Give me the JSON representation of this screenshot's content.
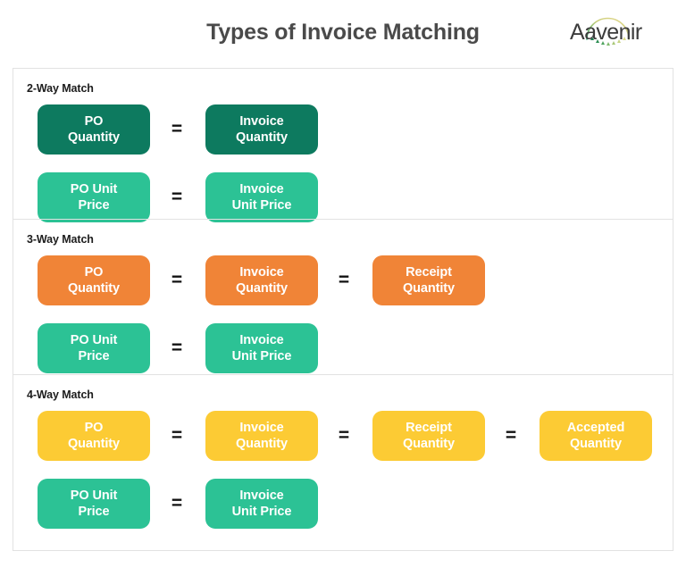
{
  "header": {
    "title": "Types of Invoice Matching",
    "logo_text": "Aavenir",
    "logo_mark": "arc-dots-logo"
  },
  "colors": {
    "dark_green": "#0D7A5F",
    "mint_green": "#2CC295",
    "orange": "#F08437",
    "yellow": "#FCCB34",
    "title_text": "#4A4A4A",
    "label_text": "#1C1C1C",
    "card_border": "#E2E2E2",
    "background": "#FFFFFF"
  },
  "equals_symbol": "=",
  "sections": [
    {
      "label": "2-Way Match",
      "rows": [
        {
          "color": "#0D7A5F",
          "chips": [
            {
              "line1": "PO",
              "line2": "Quantity"
            },
            {
              "line1": "Invoice",
              "line2": "Quantity"
            }
          ]
        },
        {
          "color": "#2CC295",
          "chips": [
            {
              "line1": "PO Unit",
              "line2": "Price"
            },
            {
              "line1": "Invoice",
              "line2": "Unit Price"
            }
          ]
        }
      ]
    },
    {
      "label": "3-Way Match",
      "rows": [
        {
          "color": "#F08437",
          "chips": [
            {
              "line1": "PO",
              "line2": "Quantity"
            },
            {
              "line1": "Invoice",
              "line2": "Quantity"
            },
            {
              "line1": "Receipt",
              "line2": "Quantity"
            }
          ]
        },
        {
          "color": "#2CC295",
          "chips": [
            {
              "line1": "PO Unit",
              "line2": "Price"
            },
            {
              "line1": "Invoice",
              "line2": "Unit Price"
            }
          ]
        }
      ]
    },
    {
      "label": "4-Way Match",
      "rows": [
        {
          "color": "#FCCB34",
          "chips": [
            {
              "line1": "PO",
              "line2": "Quantity"
            },
            {
              "line1": "Invoice",
              "line2": "Quantity"
            },
            {
              "line1": "Receipt",
              "line2": "Quantity"
            },
            {
              "line1": "Accepted",
              "line2": "Quantity"
            }
          ]
        },
        {
          "color": "#2CC295",
          "chips": [
            {
              "line1": "PO Unit",
              "line2": "Price"
            },
            {
              "line1": "Invoice",
              "line2": "Unit Price"
            }
          ]
        }
      ]
    }
  ]
}
